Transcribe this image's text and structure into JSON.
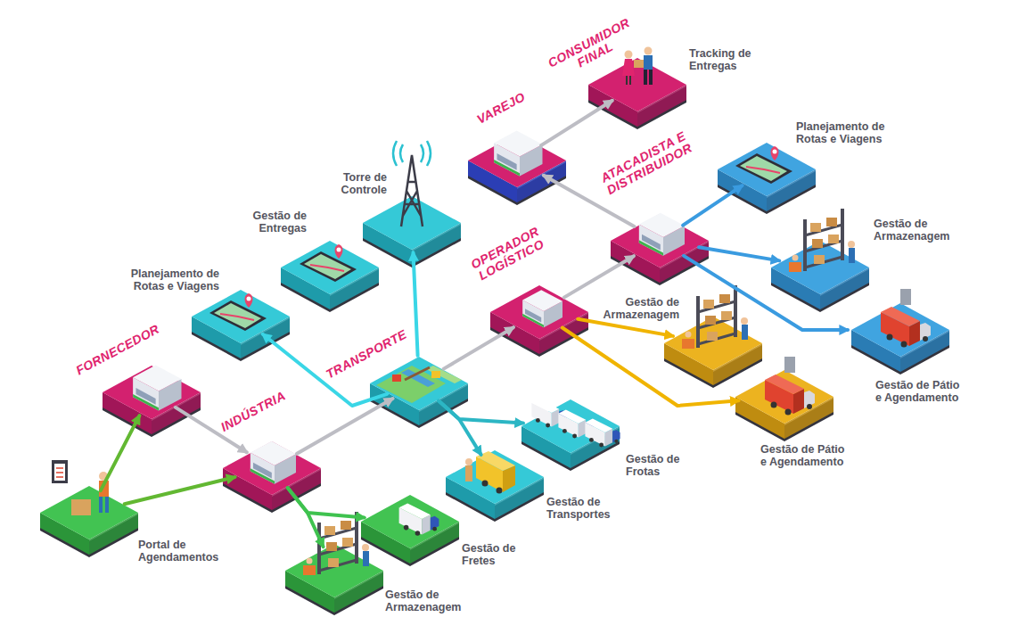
{
  "diagram": {
    "nodes": [
      {
        "text": [
          "CONSUMIDOR FINAL",
          "Tracking de Entregas"
        ]
      },
      {
        "text": [
          "VAREJO"
        ]
      },
      {
        "text": [
          "Torre de Controle"
        ]
      },
      {
        "text": [
          "Planejamento de Rotas e Viagens"
        ]
      },
      {
        "text": [
          "ATACADISTA E DISTRIBUIDOR"
        ]
      },
      {
        "text": [
          "Gestão de Entregas"
        ]
      },
      {
        "text": [
          "Gestão de Armazenagem"
        ]
      },
      {
        "text": [
          "Planejamento de Rotas e Viagens"
        ]
      },
      {
        "text": [
          "OPERADOR LOGÍSTICO"
        ]
      },
      {
        "text": [
          "Gestão de Pátio e Agendamento"
        ]
      },
      {
        "text": [
          "Gestão de Armazenagem"
        ]
      },
      {
        "text": [
          "TRANSPORTE"
        ]
      },
      {
        "text": [
          "FORNECEDOR"
        ]
      },
      {
        "text": [
          "Gestão de Pátio e Agendamento"
        ]
      },
      {
        "text": [
          "Gestão de Frotas"
        ]
      },
      {
        "text": [
          "INDÚSTRIA"
        ]
      },
      {
        "text": [
          "Gestão de Transportes"
        ]
      },
      {
        "text": [
          "Portal de Agendamentos"
        ]
      },
      {
        "text": [
          "Gestão de Fretes"
        ]
      },
      {
        "text": [
          "Gestão de Armazenagem"
        ]
      }
    ],
    "edges": [
      {
        "from": 12,
        "to": 15,
        "arrow": "to"
      },
      {
        "from": 15,
        "to": 11,
        "arrow": "to"
      },
      {
        "from": 11,
        "to": 8,
        "arrow": "to"
      },
      {
        "from": 8,
        "to": 4,
        "arrow": "to"
      },
      {
        "from": 4,
        "to": 1,
        "arrow": "to"
      },
      {
        "from": 1,
        "to": 0,
        "arrow": "to"
      },
      {
        "from": 17,
        "to": 12,
        "arrow": "to"
      },
      {
        "from": 17,
        "to": 15,
        "arrow": "to"
      },
      {
        "from": 15,
        "to": 19,
        "arrow": "to"
      },
      {
        "from": 15,
        "to": 18,
        "arrow": "to"
      },
      {
        "from": 11,
        "to": 14,
        "arrow": "to"
      },
      {
        "from": 11,
        "to": 16,
        "arrow": "to"
      },
      {
        "from": 11,
        "to": 7,
        "arrow": "to"
      },
      {
        "from": 11,
        "to": 2,
        "arrow": "to"
      },
      {
        "from": 8,
        "to": 10,
        "arrow": "to"
      },
      {
        "from": 8,
        "to": 13,
        "arrow": "to"
      },
      {
        "from": 4,
        "to": 3,
        "arrow": "to"
      },
      {
        "from": 4,
        "to": 6,
        "arrow": "to"
      },
      {
        "from": 4,
        "to": 9,
        "arrow": "to"
      }
    ]
  }
}
